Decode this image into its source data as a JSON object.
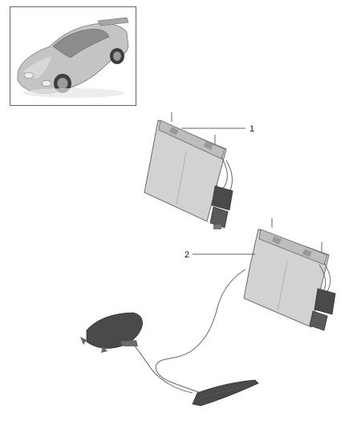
{
  "callouts": [
    {
      "label": "1"
    },
    {
      "label": "2"
    }
  ],
  "colors": {
    "part_fill": "#cfcfcf",
    "part_stroke": "#6a6a6a",
    "dark_fill": "#4a4a4a",
    "frame_stroke": "#666666",
    "car_body": "#bdbdbd",
    "car_dark": "#5a5a5a"
  },
  "icons": {
    "thumbnail": "car-illustration",
    "part_1": "seat-heating-mat-backrest",
    "part_2": "seat-heating-mat-cushion-with-harness"
  }
}
